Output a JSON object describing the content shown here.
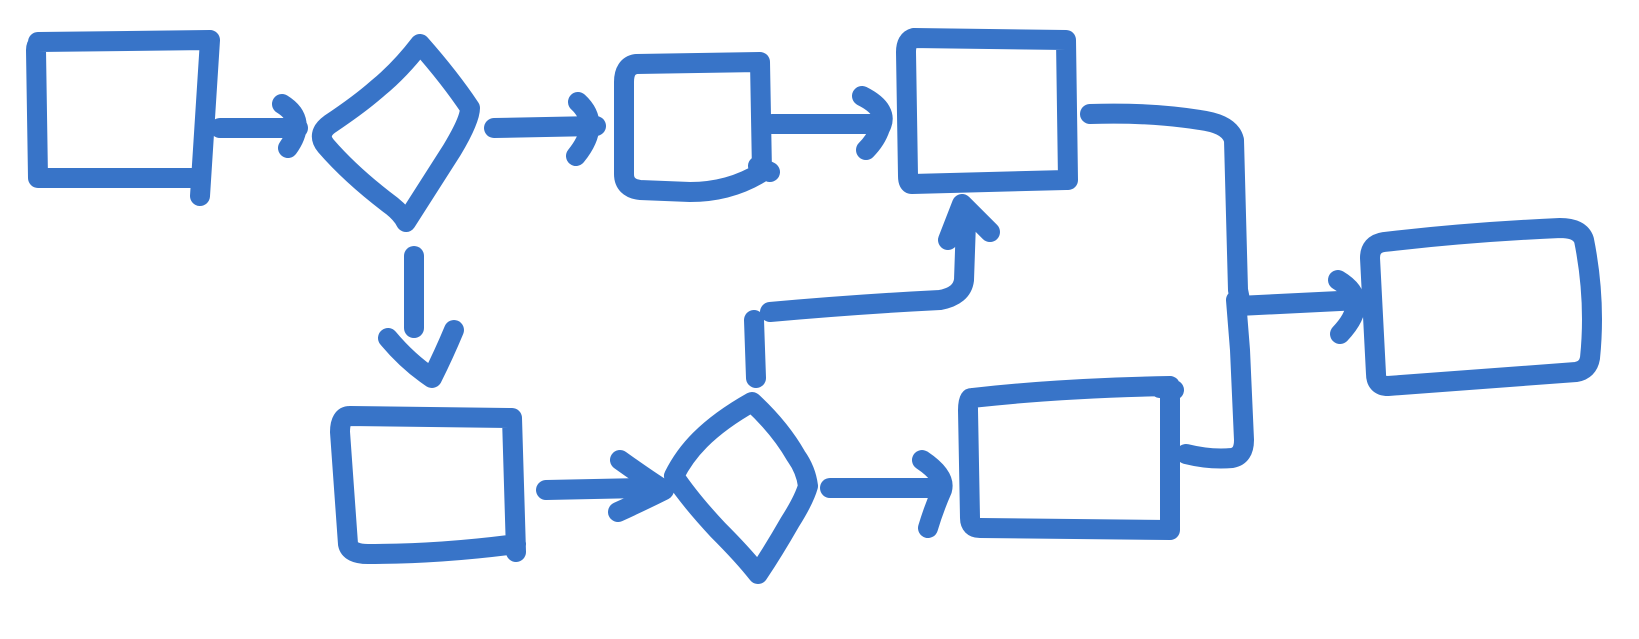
{
  "colors": {
    "background": "#ffffff",
    "stroke": "#3874c8"
  },
  "nodes": [
    {
      "id": "box-1",
      "shape": "rectangle"
    },
    {
      "id": "decision-1",
      "shape": "diamond"
    },
    {
      "id": "box-2",
      "shape": "rectangle"
    },
    {
      "id": "box-3",
      "shape": "rectangle"
    },
    {
      "id": "box-4",
      "shape": "rectangle"
    },
    {
      "id": "decision-2",
      "shape": "diamond"
    },
    {
      "id": "box-5",
      "shape": "rectangle"
    },
    {
      "id": "box-6",
      "shape": "rectangle"
    }
  ],
  "edges": [
    {
      "from": "box-1",
      "to": "decision-1"
    },
    {
      "from": "decision-1",
      "to": "box-2"
    },
    {
      "from": "decision-1",
      "to": "box-4"
    },
    {
      "from": "box-2",
      "to": "box-3"
    },
    {
      "from": "box-4",
      "to": "decision-2"
    },
    {
      "from": "decision-2",
      "to": "box-3"
    },
    {
      "from": "decision-2",
      "to": "box-5"
    },
    {
      "from": "box-3",
      "to": "box-6"
    },
    {
      "from": "box-5",
      "to": "box-6"
    }
  ]
}
